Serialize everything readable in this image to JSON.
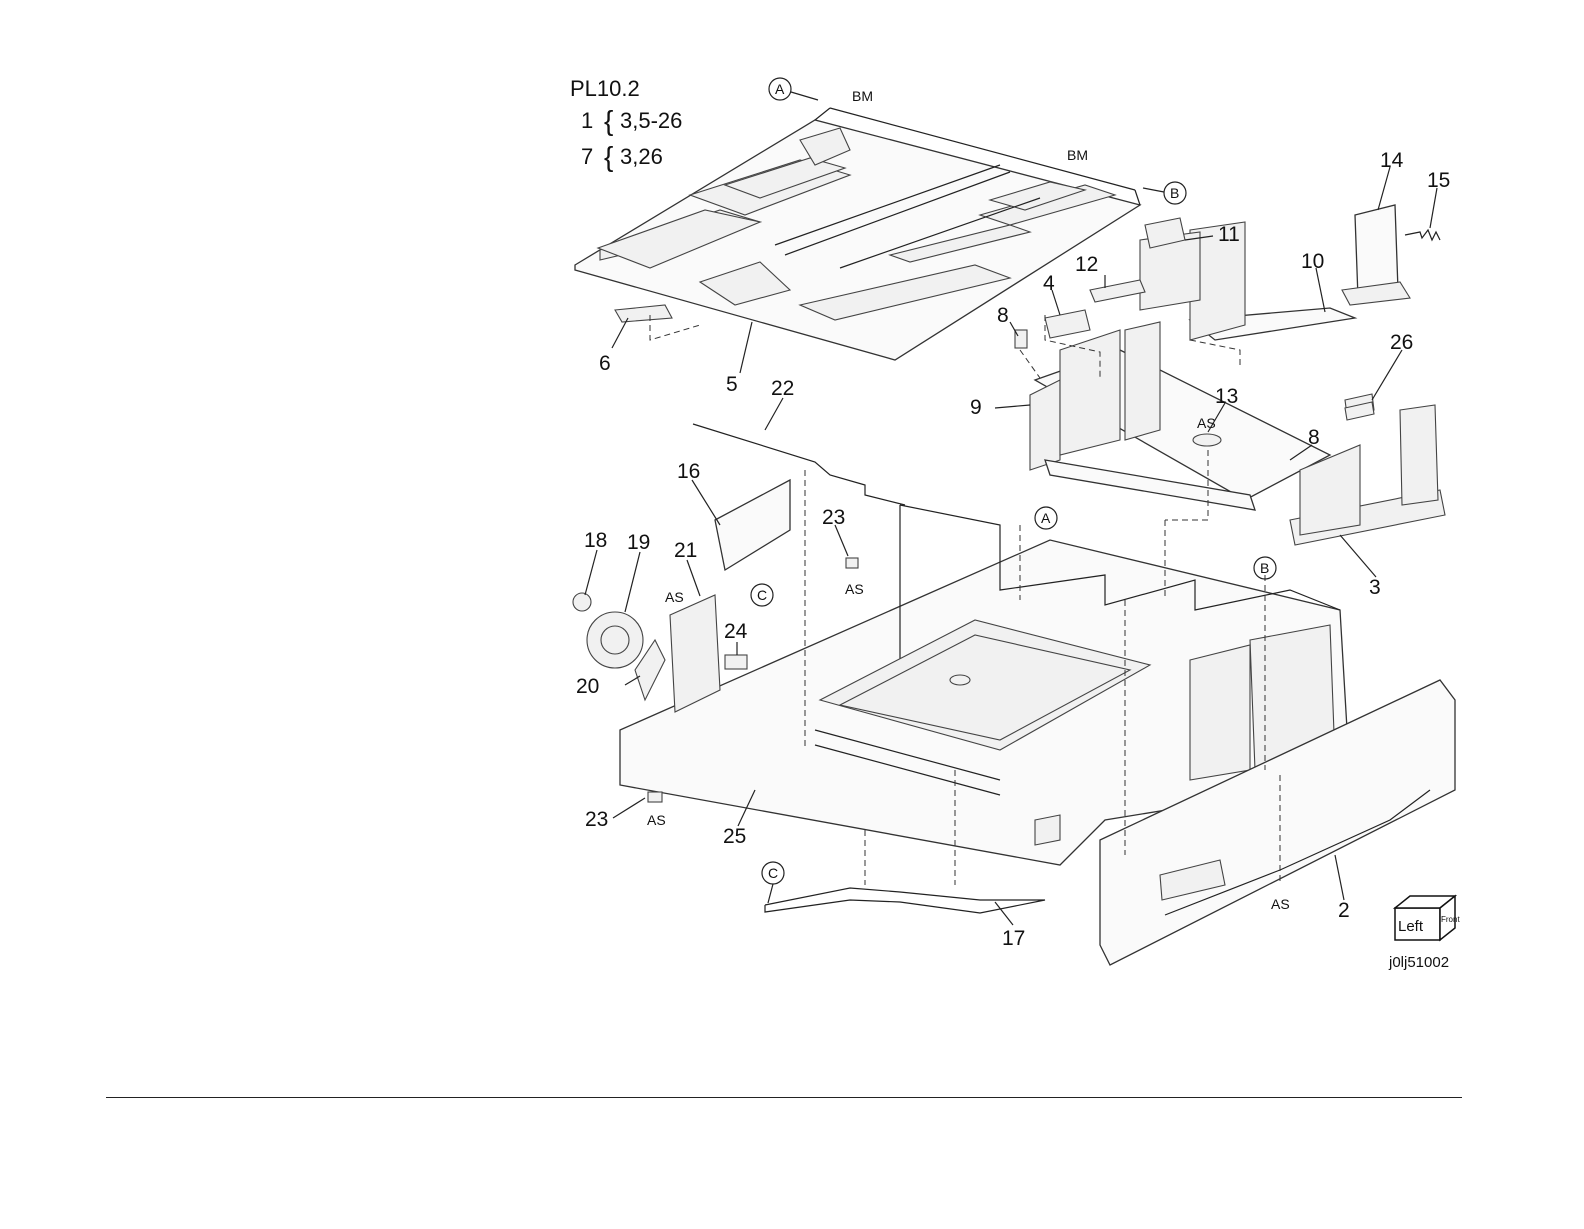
{
  "diagram": {
    "plate_id": "PL10.2",
    "assembly_notes": [
      {
        "item": "1",
        "brace": "{",
        "contents": "3,5-26"
      },
      {
        "item": "7",
        "brace": "{",
        "contents": "3,26"
      }
    ],
    "figure_id": "j0lj51002",
    "orientation_cube": {
      "face_left": "Left",
      "face_front": "Front"
    },
    "callouts": [
      "2",
      "3",
      "4",
      "5",
      "6",
      "8",
      "8",
      "9",
      "10",
      "11",
      "12",
      "13",
      "14",
      "15",
      "16",
      "17",
      "18",
      "19",
      "20",
      "21",
      "22",
      "23",
      "23",
      "24",
      "25",
      "26"
    ],
    "markers": {
      "A": "A",
      "B": "B",
      "C": "C",
      "bm": "BM",
      "as": "AS"
    }
  }
}
